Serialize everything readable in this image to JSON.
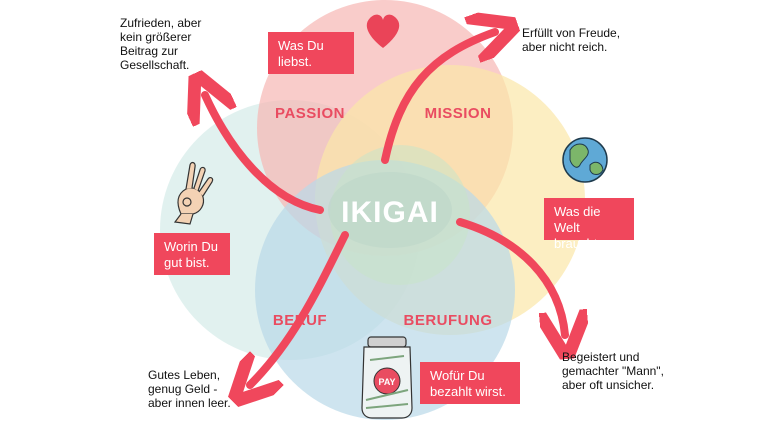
{
  "center": "IKIGAI",
  "circles": {
    "passion": "PASSION",
    "mission": "MISSION",
    "beruf": "BERUF",
    "berufung": "BERUFUNG"
  },
  "boxes": {
    "love": [
      "Was Du",
      "liebst."
    ],
    "world": [
      "Was die Welt",
      "braucht."
    ],
    "good": [
      "Worin Du",
      "gut bist."
    ],
    "paid": [
      "Wofür Du",
      "bezahlt wirst."
    ]
  },
  "notes": {
    "top_left": [
      "Zufrieden, aber",
      "kein größerer",
      "Beitrag zur",
      "Gesellschaft."
    ],
    "top_right": [
      "Erfüllt von Freude,",
      "aber  nicht reich."
    ],
    "bottom_right": [
      "Begeistert und",
      "gemachter \"Mann\",",
      "aber oft unsicher."
    ],
    "bottom_left": [
      "Gutes Leben,",
      "genug Geld -",
      "aber innen leer."
    ]
  },
  "jar_label": "PAY",
  "colors": {
    "accent": "#f0475c",
    "passion_circle": "#f6b7b3",
    "mission_circle": "#fbe7a8",
    "beruf_circle": "#b9d9e8",
    "berufung_circle": "#c9e4c8",
    "left_circle": "#d7ece9"
  },
  "icons": [
    "heart-icon",
    "globe-icon",
    "ok-hand-icon",
    "money-jar-icon"
  ]
}
